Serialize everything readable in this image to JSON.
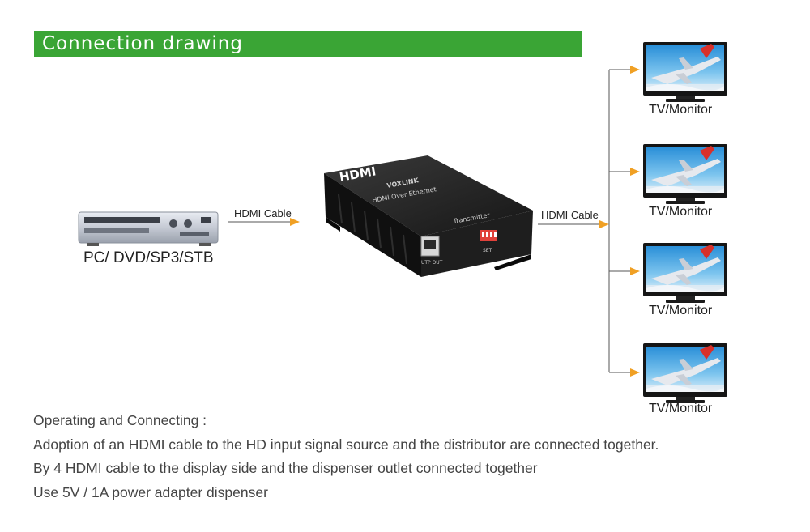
{
  "header": {
    "title": "Connection drawing"
  },
  "source": {
    "label": "PC/ DVD/SP3/STB"
  },
  "cables": {
    "input_label": "HDMI Cable",
    "output_label": "HDMI Cable"
  },
  "device": {
    "logo": "HDMI",
    "brand": "VOXLINK",
    "model": "HDMI Over Ethernet",
    "role": "Transmitter",
    "port_label": "UTP OUT",
    "switch_label": "SET"
  },
  "displays": [
    {
      "label": "TV/Monitor"
    },
    {
      "label": "TV/Monitor"
    },
    {
      "label": "TV/Monitor"
    },
    {
      "label": "TV/Monitor"
    }
  ],
  "description": {
    "heading": "Operating and Connecting :",
    "lines": [
      "Adoption of an HDMI cable to the HD input signal source and the distributor are connected together.",
      "By 4 HDMI cable to the display side and the dispenser outlet connected together",
      "Use 5V / 1A power adapter dispenser"
    ]
  },
  "colors": {
    "header_green": "#3aa535",
    "arrow_orange": "#f0a024",
    "device_black": "#1f1f1f",
    "dip_red": "#e0413a"
  }
}
